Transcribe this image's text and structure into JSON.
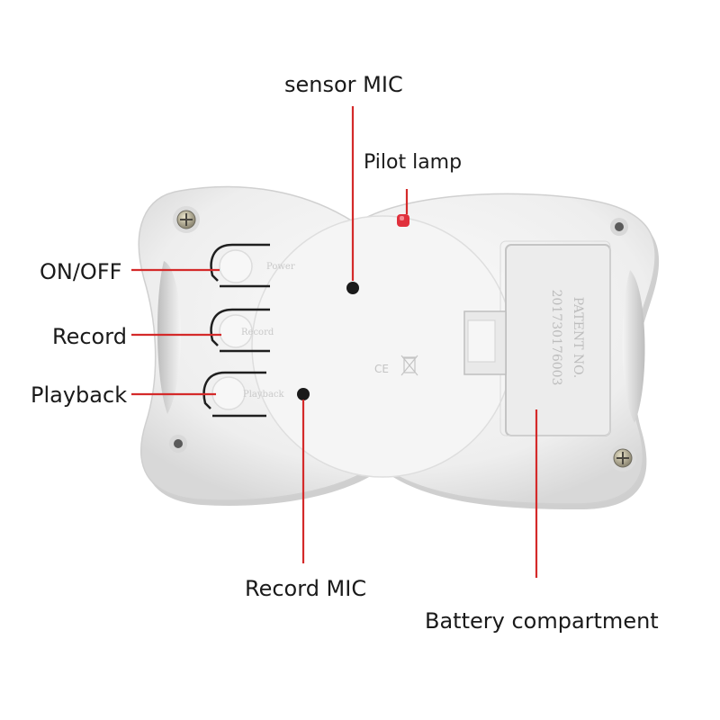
{
  "labels": {
    "sensor_mic": "sensor MIC",
    "pilot_lamp": "Pilot lamp",
    "on_off": "ON/OFF",
    "record": "Record",
    "playback": "Playback",
    "record_mic": "Record MIC",
    "battery_compartment": "Battery compartment"
  },
  "device_print": {
    "btn_power": "Power",
    "btn_record": "Record",
    "btn_playback": "Playback",
    "patent_line1": "PATENT NO.",
    "patent_line2": "201730176003"
  },
  "colors": {
    "leader_line": "#d42a2a",
    "device_body": "#f2f2f2",
    "device_shadow": "#c9c9c9",
    "led": "#e0303c"
  },
  "icons": [
    "screw-icon",
    "ce-mark-icon",
    "weee-bin-icon"
  ]
}
